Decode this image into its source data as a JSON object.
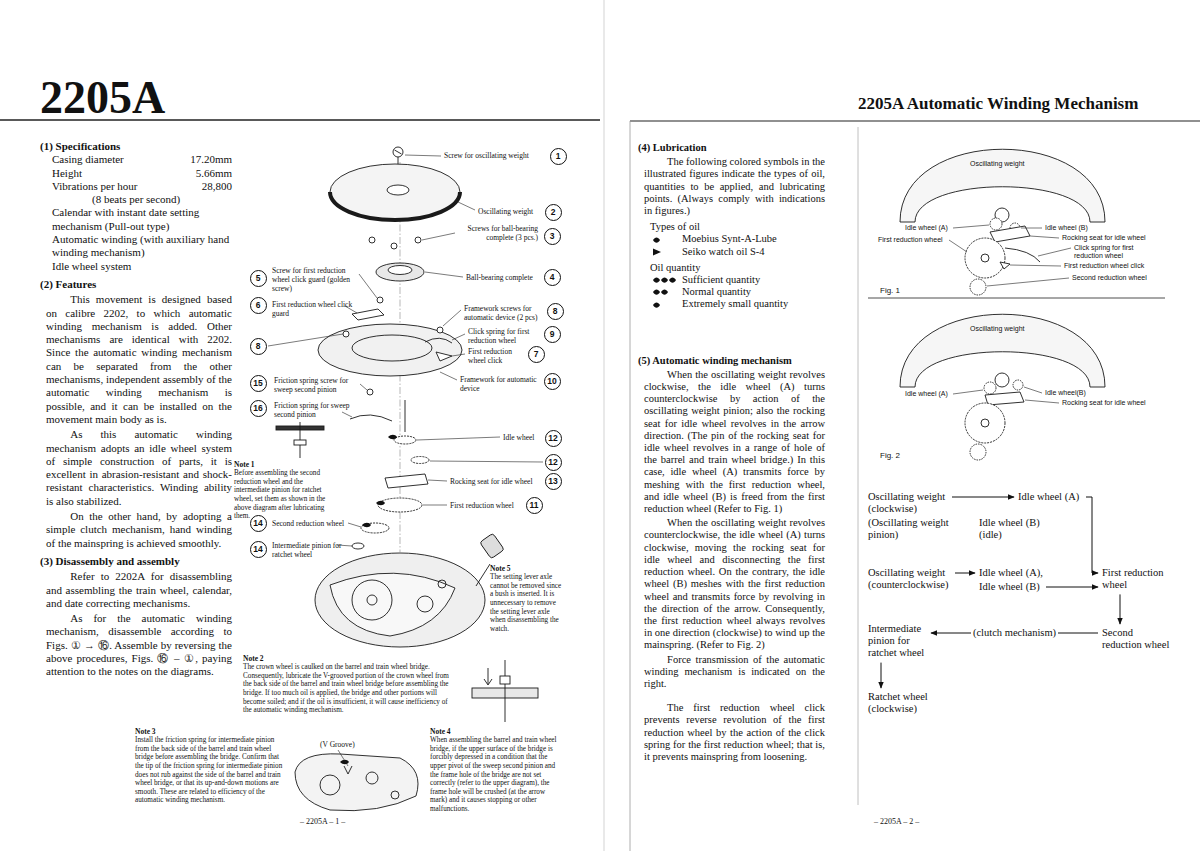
{
  "diagram": {
    "title": "2205A",
    "nodes": [
      {
        "text": [
          "1"
        ]
      },
      {
        "text": [
          "2"
        ]
      },
      {
        "text": [
          "3"
        ]
      },
      {
        "text": [
          "5"
        ]
      },
      {
        "text": [
          "4"
        ]
      },
      {
        "text": [
          "6"
        ]
      },
      {
        "text": [
          "8"
        ]
      },
      {
        "text": [
          "9"
        ]
      },
      {
        "text": [
          "8"
        ]
      },
      {
        "text": [
          "7"
        ]
      },
      {
        "text": [
          "15"
        ]
      },
      {
        "text": [
          "10"
        ]
      },
      {
        "text": [
          "16"
        ]
      },
      {
        "text": [
          "12"
        ]
      },
      {
        "text": [
          "12"
        ]
      },
      {
        "text": [
          "13"
        ]
      },
      {
        "text": [
          "11"
        ]
      },
      {
        "text": [
          "14"
        ]
      },
      {
        "text": [
          "14"
        ]
      },
      {
        "text": [
          "Oscillating weight (clockwise)"
        ]
      },
      {
        "text": [
          "Idle wheel (A)"
        ]
      },
      {
        "text": [
          "(Oscillating weight pinion)"
        ]
      },
      {
        "text": [
          "Idle wheel (B) (idle)"
        ]
      },
      {
        "text": [
          "Oscillating weight (counterclockwise)"
        ]
      },
      {
        "text": [
          "Idle wheel (A),"
        ]
      },
      {
        "text": [
          "Idle wheel (B)"
        ]
      },
      {
        "text": [
          "First reduction wheel"
        ]
      },
      {
        "text": [
          "Second reduction wheel"
        ]
      },
      {
        "text": [
          "Intermediate pinion for ratchet wheel"
        ]
      },
      {
        "text": [
          "Ratchet wheel (clockwise)"
        ]
      }
    ],
    "edges": [
      {
        "from": 19,
        "to": 20,
        "arrow": "to"
      },
      {
        "from": 20,
        "to": 26,
        "arrow": "to"
      },
      {
        "from": 23,
        "to": 24,
        "arrow": "to"
      },
      {
        "from": 25,
        "to": 26,
        "arrow": "to"
      },
      {
        "from": 26,
        "to": 27,
        "arrow": "to"
      },
      {
        "from": 27,
        "to": 28,
        "label": "(clutch mechanism)",
        "arrow": "to"
      },
      {
        "from": 28,
        "to": 29,
        "arrow": "to"
      }
    ],
    "labels": [
      "2205A Automatic Winding Mechanism",
      "(1) Specifications",
      "Casing diameter",
      "17.20mm",
      "Height",
      "5.66mm",
      "Vibrations per hour",
      "28,800",
      "(8 beats per second)",
      "Calendar with instant date setting mechanism (Pull-out type)",
      "Automatic winding (with auxiliary hand winding mechanism)",
      "Idle wheel system",
      "(2) Features",
      "This movement is designed based on calibre 2202, to which automatic winding mechanism is added. Other mechanisms are identical with 2202. Since the automatic winding mechanism can be separated from the other mechanisms, independent assembly of the automatic winding mechanism is possible, and it can be installed on the movement main body as is.",
      "As this automatic winding mechanism adopts an idle wheel system of simple construction of parts, it is excellent in abrasion-resistant and shock-resistant characteristics. Winding ability is also stabilized.",
      "On the other hand, by adopting a simple clutch mechanism, hand winding of the mainspring is achieved smoothly.",
      "(3) Disassembly and assembly",
      "Refer to 2202A for disassembling and assembling the train wheel, calendar, and date correcting mechanisms.",
      "As for the automatic winding mechanism, disassemble according to Figs. ① → ⑯. Assemble by reversing the above procedures, Figs. ⑯ – ①, paying attention to the notes on the diagrams.",
      "Screw for oscillating weight",
      "Oscillating weight",
      "Screws for ball-bearing complete (3 pcs.)",
      "Ball-bearing complete",
      "Screw for first reduction wheel click guard (golden screw)",
      "First reduction wheel click guard",
      "Framework screws for automatic device (2 pcs)",
      "Click spring for first reduction wheel",
      "First reduction wheel click",
      "Friction spring screw for sweep second pinion",
      "Framework for automatic device",
      "Friction spring for sweep second pinion",
      "Idle wheel",
      "Rocking seat for idle wheel",
      "First reduction wheel",
      "Second reduction wheel",
      "Intermediate pinion for ratchet wheel",
      "Note 1",
      "Before assembling the second reduction wheel and the intermediate pinion for ratchet wheel, set them as shown in the above diagram after lubricating them.",
      "Note 2",
      "The crown wheel is caulked on the barrel and train wheel bridge. Consequently, lubricate the V-grooved portion of the crown wheel from the back side of the barrel and train wheel bridge before assembling the bridge. If too much oil is applied, the bridge and other portions will become soiled; and if the oil is insufficient, it will cause inefficiency of the automatic winding mechanism.",
      "Note 3",
      "Install the friction spring for intermediate pinion from the back side of the barrel and train wheel bridge before assembling the bridge. Confirm that the tip of the friction spring for intermediate pinion does not rub against the side of the barrel and train wheel bridge, or that its up-and-down motions are smooth. These are related to efficiency of the automatic winding mechanism.",
      "Note 4",
      "When assembling the barrel and train wheel bridge, if the upper surface of the bridge is forcibly depressed in a condition that the upper pivot of the sweep second pinion and the frame hole of the bridge are not set correctly (refer to the upper diagram), the frame hole will be crushed (at the arrow mark) and it causes stopping or other malfunctions.",
      "Note 5",
      "The setting lever axle cannot be removed since a bush is inserted. It is unnecessary to remove the setting lever axle when disassembling the watch.",
      "(V Groove)",
      "– 2205A – 1 –",
      "(4) Lubrication",
      "The following colored symbols in the illustrated figures indicate the types of oil, quantities to be applied, and lubricating points. (Always comply with indications in figures.)",
      "Types of oil",
      "Oil quantity",
      "(5) Automatic winding mechanism",
      "When the oscillating weight revolves clockwise, the idle wheel (A) turns counterclockwise by action of the oscillating weight pinion; also the rocking seat for idle wheel revolves in the arrow direction. (The pin of the rocking seat for idle wheel revolves in a range of hole of the barrel and train wheel bridge.) In this case, idle wheel (A) transmits force by meshing with the first reduction wheel, and idle wheel (B) is freed from the first reduction wheel (Refer to Fig. 1)",
      "When the oscillating weight revolves counterclockwise, the idle wheel (A) turns clockwise, moving the rocking seat for idle wheel and disconnecting the first reduction wheel. On the contrary, the idle wheel (B) meshes with the first reduction wheel and transmits force by revolving in the direction of the arrow. Consequently, the first reduction wheel always revolves in one direction (clockwise) to wind up the mainspring. (Refer to Fig. 2)",
      "Force transmission of the automatic winding mechanism is indicated on the right.",
      "The first reduction wheel click prevents reverse revolution of the first reduction wheel by the action of the click spring for the first reduction wheel; that is, it prevents mainspring from loosening.",
      "– 2205A – 2 –",
      "Oscillating weight",
      "Idle wheel (A)",
      "First reduction wheel",
      "Idle wheel (B)",
      "Rocking seat for idle wheel",
      "Click spring for first reduction wheel",
      "First reduction wheel click",
      "Second reduction wheel",
      "Fig. 1",
      "Oscillating weight",
      "Idle wheel (A)",
      "Idle wheel(B)",
      "Rocking seat for idle wheel",
      "Fig. 2"
    ],
    "legend": [
      {
        "text": "Moebius Synt-A-Lube"
      },
      {
        "text": "Seiko watch oil S-4"
      },
      {
        "text": "Sufficient quantity"
      },
      {
        "text": "Normal quantity"
      },
      {
        "text": "Extremely small quantity"
      }
    ]
  }
}
